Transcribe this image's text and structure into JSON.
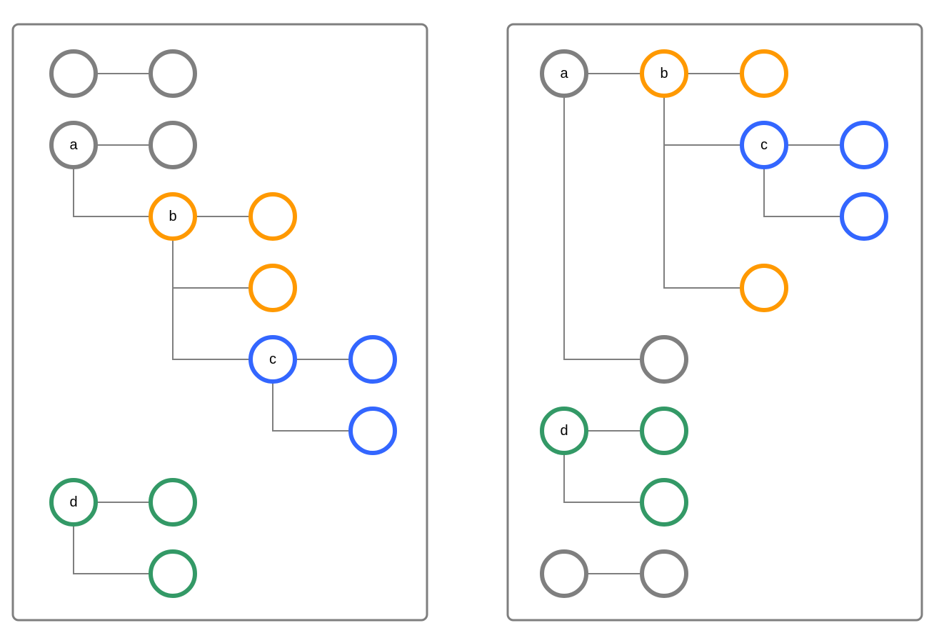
{
  "colors": {
    "gray": "#7f7f7f",
    "orange": "#ff9900",
    "blue": "#3366ff",
    "green": "#339966"
  },
  "panels": [
    {
      "nodes": [
        {
          "id": "l1",
          "color": "gray",
          "label": ""
        },
        {
          "id": "l2",
          "color": "gray",
          "label": ""
        },
        {
          "id": "l3",
          "color": "gray",
          "label": "a"
        },
        {
          "id": "l4",
          "color": "gray",
          "label": ""
        },
        {
          "id": "l5",
          "color": "orange",
          "label": "b"
        },
        {
          "id": "l6",
          "color": "orange",
          "label": ""
        },
        {
          "id": "l7",
          "color": "orange",
          "label": ""
        },
        {
          "id": "l8",
          "color": "blue",
          "label": "c"
        },
        {
          "id": "l9",
          "color": "blue",
          "label": ""
        },
        {
          "id": "l10",
          "color": "blue",
          "label": ""
        },
        {
          "id": "l11",
          "color": "green",
          "label": "d"
        },
        {
          "id": "l12",
          "color": "green",
          "label": ""
        },
        {
          "id": "l13",
          "color": "green",
          "label": ""
        }
      ],
      "edges": [
        [
          "l1",
          "l2"
        ],
        [
          "l3",
          "l4"
        ],
        [
          "l3",
          "l5"
        ],
        [
          "l5",
          "l6"
        ],
        [
          "l5",
          "l7"
        ],
        [
          "l5",
          "l8"
        ],
        [
          "l8",
          "l9"
        ],
        [
          "l8",
          "l10"
        ],
        [
          "l11",
          "l12"
        ],
        [
          "l11",
          "l13"
        ]
      ]
    },
    {
      "nodes": [
        {
          "id": "r1",
          "color": "gray",
          "label": "a"
        },
        {
          "id": "r2",
          "color": "orange",
          "label": "b"
        },
        {
          "id": "r3",
          "color": "orange",
          "label": ""
        },
        {
          "id": "r4",
          "color": "blue",
          "label": "c"
        },
        {
          "id": "r5",
          "color": "blue",
          "label": ""
        },
        {
          "id": "r6",
          "color": "blue",
          "label": ""
        },
        {
          "id": "r7",
          "color": "orange",
          "label": ""
        },
        {
          "id": "r8",
          "color": "gray",
          "label": ""
        },
        {
          "id": "r9",
          "color": "green",
          "label": "d"
        },
        {
          "id": "r10",
          "color": "green",
          "label": ""
        },
        {
          "id": "r11",
          "color": "green",
          "label": ""
        },
        {
          "id": "r12",
          "color": "gray",
          "label": ""
        },
        {
          "id": "r13",
          "color": "gray",
          "label": ""
        }
      ],
      "edges": [
        [
          "r1",
          "r2"
        ],
        [
          "r2",
          "r3"
        ],
        [
          "r2",
          "r4"
        ],
        [
          "r4",
          "r5"
        ],
        [
          "r4",
          "r6"
        ],
        [
          "r2",
          "r7"
        ],
        [
          "r1",
          "r8"
        ],
        [
          "r9",
          "r10"
        ],
        [
          "r9",
          "r11"
        ],
        [
          "r12",
          "r13"
        ]
      ]
    }
  ]
}
